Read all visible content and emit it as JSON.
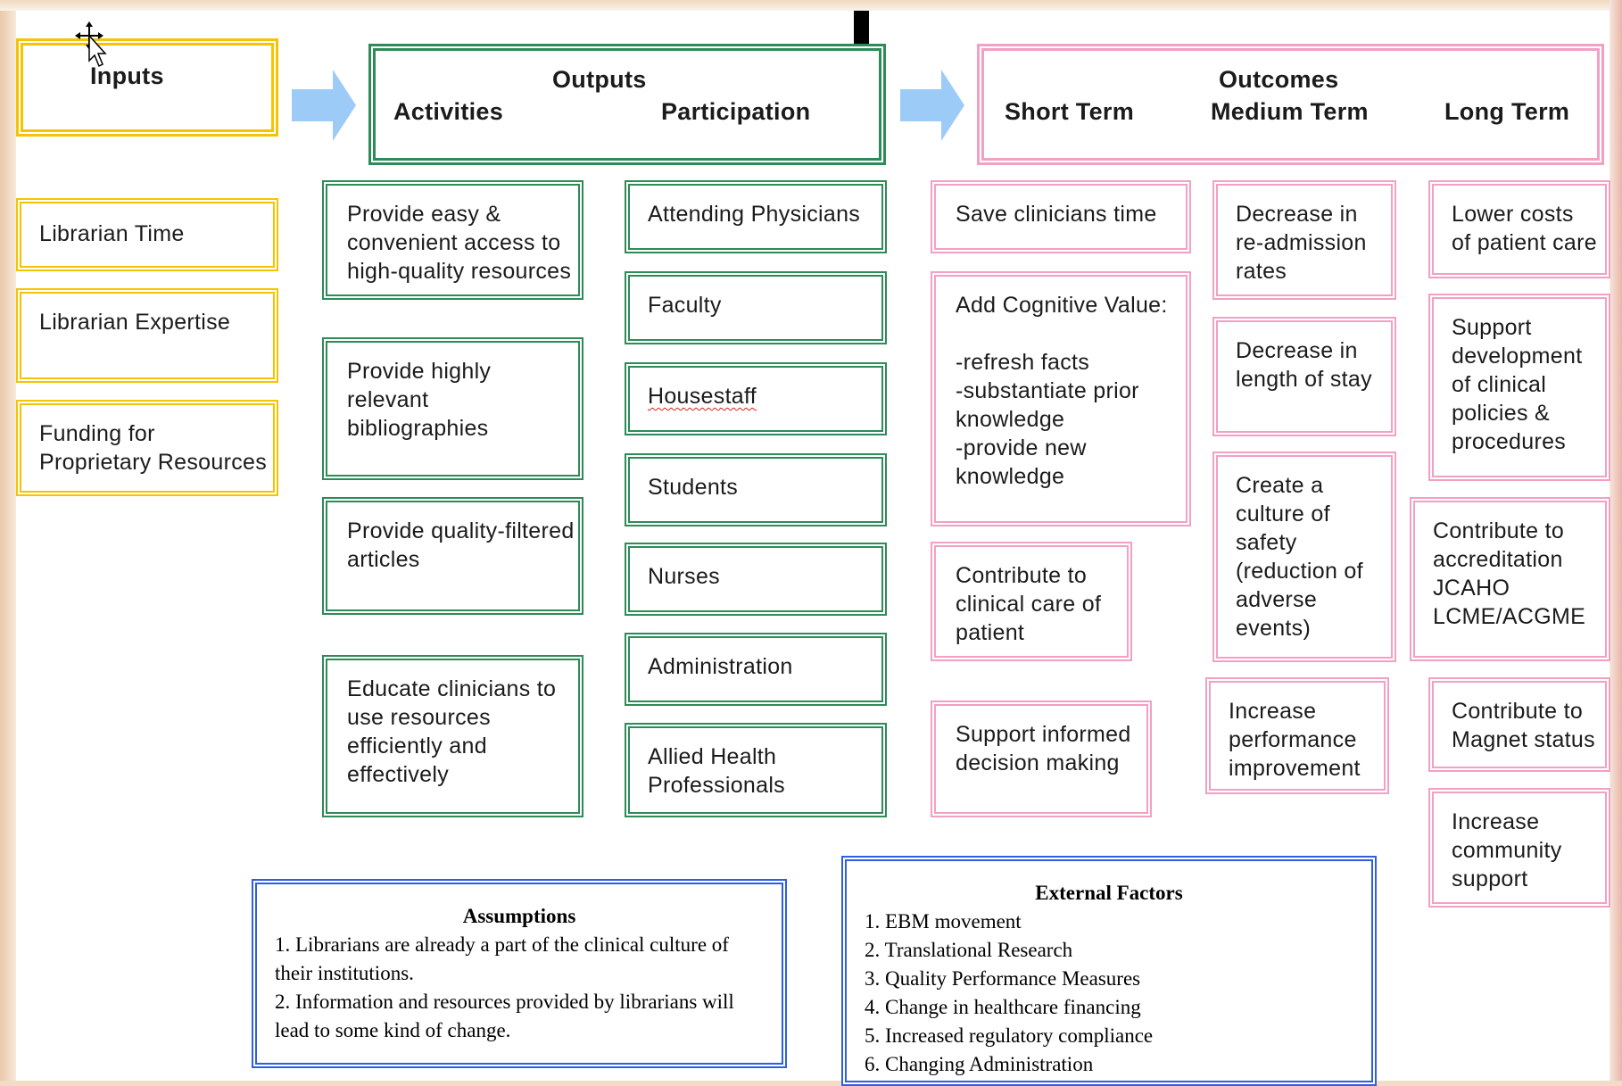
{
  "inputs": {
    "heading": "Inputs",
    "items": [
      "Librarian Time",
      "Librarian Expertise",
      "Funding for\nProprietary Resources"
    ]
  },
  "outputs": {
    "heading": "Outputs",
    "activities_label": "Activities",
    "participation_label": "Participation",
    "activities": [
      "Provide easy &\nconvenient access to\nhigh-quality resources",
      "Provide highly\nrelevant\nbibliographies",
      "Provide quality-filtered\narticles",
      "Educate clinicians to\nuse resources\nefficiently and\neffectively"
    ],
    "participation": [
      "Attending Physicians",
      "Faculty",
      "Housestaff",
      "Students",
      "Nurses",
      "Administration",
      "Allied Health\nProfessionals"
    ]
  },
  "outcomes": {
    "heading": "Outcomes",
    "short_label": "Short Term",
    "medium_label": "Medium Term",
    "long_label": "Long Term",
    "short_term": [
      "Save clinicians time",
      "Add Cognitive Value:\n\n-refresh facts\n-substantiate prior\nknowledge\n-provide new\nknowledge",
      "Contribute to\nclinical care of\npatient",
      "Support informed\ndecision making"
    ],
    "medium_term": [
      "Decrease in\nre-admission\nrates",
      "Decrease in\nlength of stay",
      "Create a\nculture of\nsafety\n(reduction of\nadverse\nevents)",
      "Increase\nperformance\nimprovement"
    ],
    "long_term": [
      "Lower costs\nof patient care",
      "Support\ndevelopment\nof clinical\npolicies &\nprocedures",
      "Contribute to\naccreditation\nJCAHO\nLCME/ACGME",
      "Contribute to\nMagnet status",
      "Increase\ncommunity\nsupport"
    ]
  },
  "assumptions": {
    "title": "Assumptions",
    "body": "1. Librarians are already a part of the clinical culture of\ntheir institutions.\n2. Information and resources provided by librarians will\nlead to some kind of change."
  },
  "external_factors": {
    "title": "External Factors",
    "body": "1. EBM movement\n2. Translational Research\n3. Quality Performance Measures\n4. Change in healthcare financing\n5. Increased regulatory compliance\n6. Changing Administration"
  },
  "colors": {
    "inputs_border": "#f5c400",
    "outputs_border": "#2e8b57",
    "outcomes_border": "#f2a0c4",
    "notes_border": "#2f5fe0",
    "arrow_fill": "#9dcbf7"
  }
}
